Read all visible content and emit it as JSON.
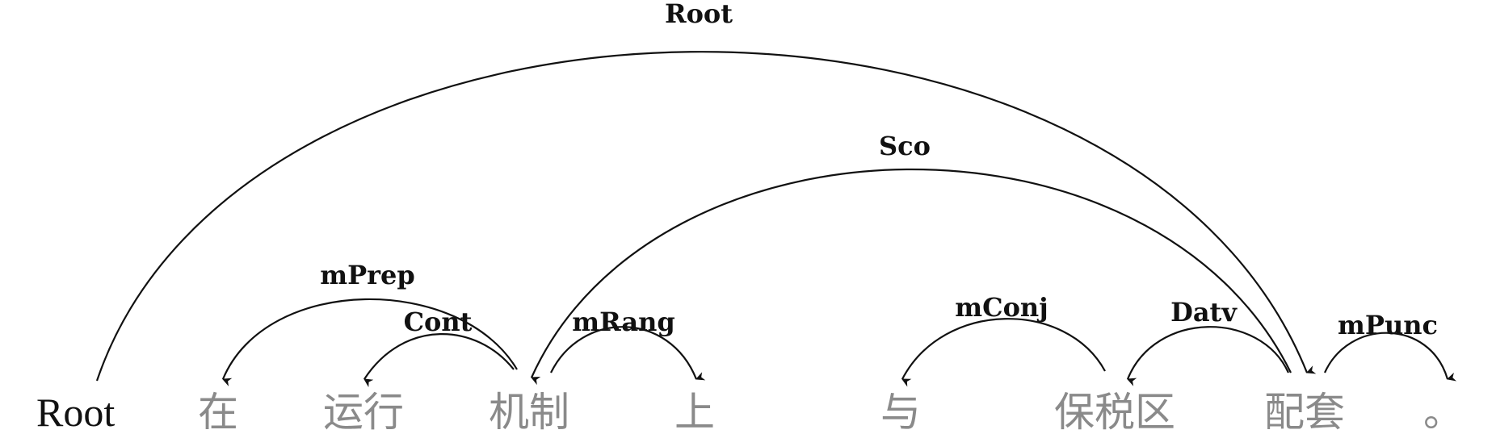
{
  "tokens": [
    {
      "id": "root",
      "text": "Root"
    },
    {
      "id": "t1",
      "text": "在"
    },
    {
      "id": "t2",
      "text": "运行"
    },
    {
      "id": "t3",
      "text": "机制"
    },
    {
      "id": "t4",
      "text": "上"
    },
    {
      "id": "t5",
      "text": "与"
    },
    {
      "id": "t6",
      "text": "保税区"
    },
    {
      "id": "t7",
      "text": "配套"
    },
    {
      "id": "t8",
      "text": "。"
    }
  ],
  "arcs": [
    {
      "label": "Root",
      "from": "root",
      "to": "t7"
    },
    {
      "label": "Sco",
      "from": "t7",
      "to": "t3"
    },
    {
      "label": "mPrep",
      "from": "t3",
      "to": "t1"
    },
    {
      "label": "Cont",
      "from": "t3",
      "to": "t2"
    },
    {
      "label": "mRang",
      "from": "t3",
      "to": "t4"
    },
    {
      "label": "mConj",
      "from": "t6",
      "to": "t5"
    },
    {
      "label": "Datv",
      "from": "t7",
      "to": "t6"
    },
    {
      "label": "mPunc",
      "from": "t7",
      "to": "t8"
    }
  ]
}
